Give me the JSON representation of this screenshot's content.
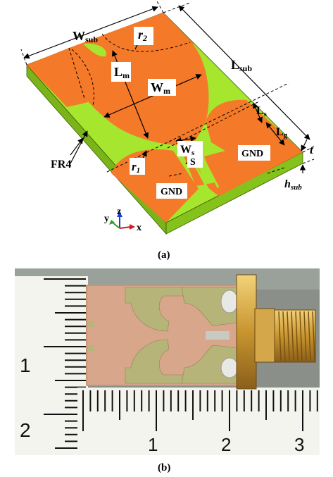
{
  "panel_a": {
    "caption": "(a)",
    "labels": {
      "w_sub": "W",
      "w_sub_sub": "sub",
      "r2": "r",
      "r2_sub": "2",
      "l_sub": "L",
      "l_sub_sub": "sub",
      "l_m": "L",
      "l_m_sub": "m",
      "w_m": "W",
      "w_m_sub": "m",
      "l_s": "L",
      "l_s_sub": "s",
      "l_g": "L",
      "l_g_sub": "g",
      "t": "t",
      "fr4": "FR4",
      "w_s": "W",
      "w_s_sub": "s",
      "s": "S",
      "r1": "r",
      "r1_sub": "1",
      "gnd_left": "GND",
      "gnd_right": "GND",
      "h_sub": "h",
      "h_sub_sub": "sub"
    },
    "axes": {
      "x": "x",
      "y": "y",
      "z": "z"
    },
    "colors": {
      "copper": "#f47a2a",
      "substrate_top": "#a6e62e",
      "substrate_side": "#86c21c",
      "substrate_front": "#7bb418"
    }
  },
  "panel_b": {
    "caption": "(b)",
    "ruler_labels": {
      "left_big_2": "2",
      "left_big_1": "1",
      "bottom_1": "1",
      "bottom_2": "2",
      "bottom_3": "3"
    },
    "colors": {
      "background": "#8a8f8a",
      "board": "#d8a68a",
      "mask": "#b7b47a",
      "connector": "#d9b25a"
    }
  }
}
